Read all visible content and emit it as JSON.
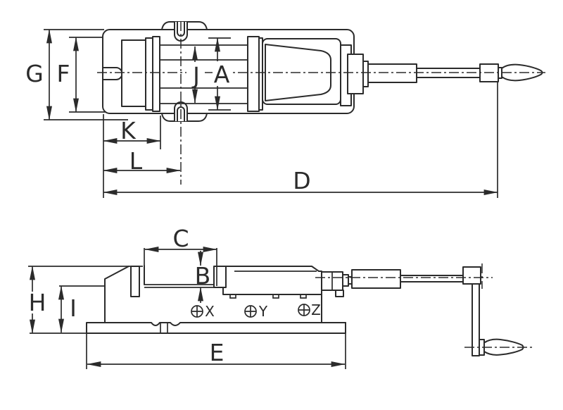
{
  "drawing": {
    "type": "technical-drawing",
    "subject": "machine vise, two orthographic views with dimension letters",
    "colors": {
      "line": "#2b2b2b",
      "background": "#ffffff"
    },
    "top_view": {
      "labels": {
        "g": "G",
        "f": "F",
        "j": "J",
        "a": "A",
        "k": "K",
        "l": "L",
        "d": "D"
      }
    },
    "side_view": {
      "labels": {
        "c": "C",
        "b": "B",
        "h": "H",
        "i": "I",
        "e": "E"
      },
      "datum_points": {
        "x": "X",
        "y": "Y",
        "z": "Z"
      }
    }
  }
}
